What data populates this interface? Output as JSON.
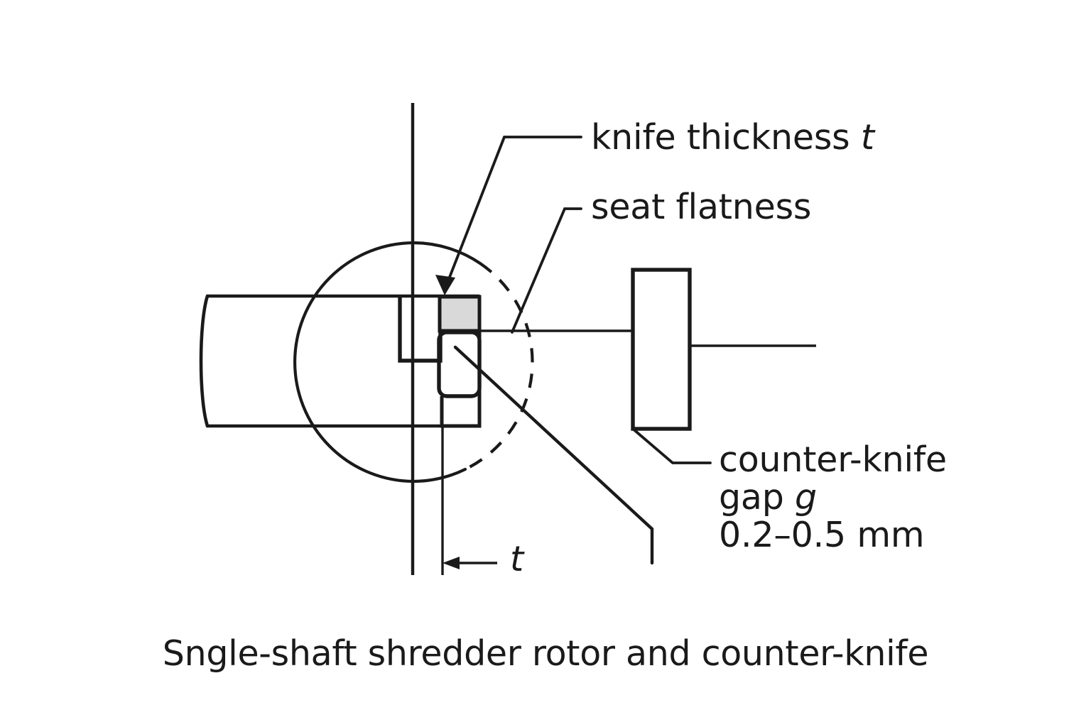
{
  "figure": {
    "caption": "Sngle-shaft shredder rotor and counter-knife",
    "background_color": "#ffffff",
    "line_color": "#1a1a1a",
    "fill_color": "#d9d9d9"
  },
  "annotations": {
    "knife_thickness": {
      "text": "knife thickness ",
      "symbol": "t",
      "leader": "arrow-to-knife-face"
    },
    "seat_flatness": {
      "text": "seat flatness",
      "leader": "bent-leader-to-seat"
    },
    "counter_knife": {
      "line1": "counter-knife",
      "line2_text": "gap ",
      "line2_symbol": "g",
      "line3": "0.2–0.5 mm"
    },
    "dimension_t": {
      "symbol": "t",
      "leader": "left-arrow-to-knife-edge"
    }
  },
  "parts": {
    "rotor_shaft": "rotor-shaft-cylinder",
    "rotor_circle": "rotor-cutting-circle",
    "knife_pocket": "knife-seat-pocket",
    "knife_face": "knife-thickness-face",
    "knife_body": "rotor-knife",
    "counter_knife_block": "counter-knife-block",
    "centerline": "rotor-centerline"
  }
}
